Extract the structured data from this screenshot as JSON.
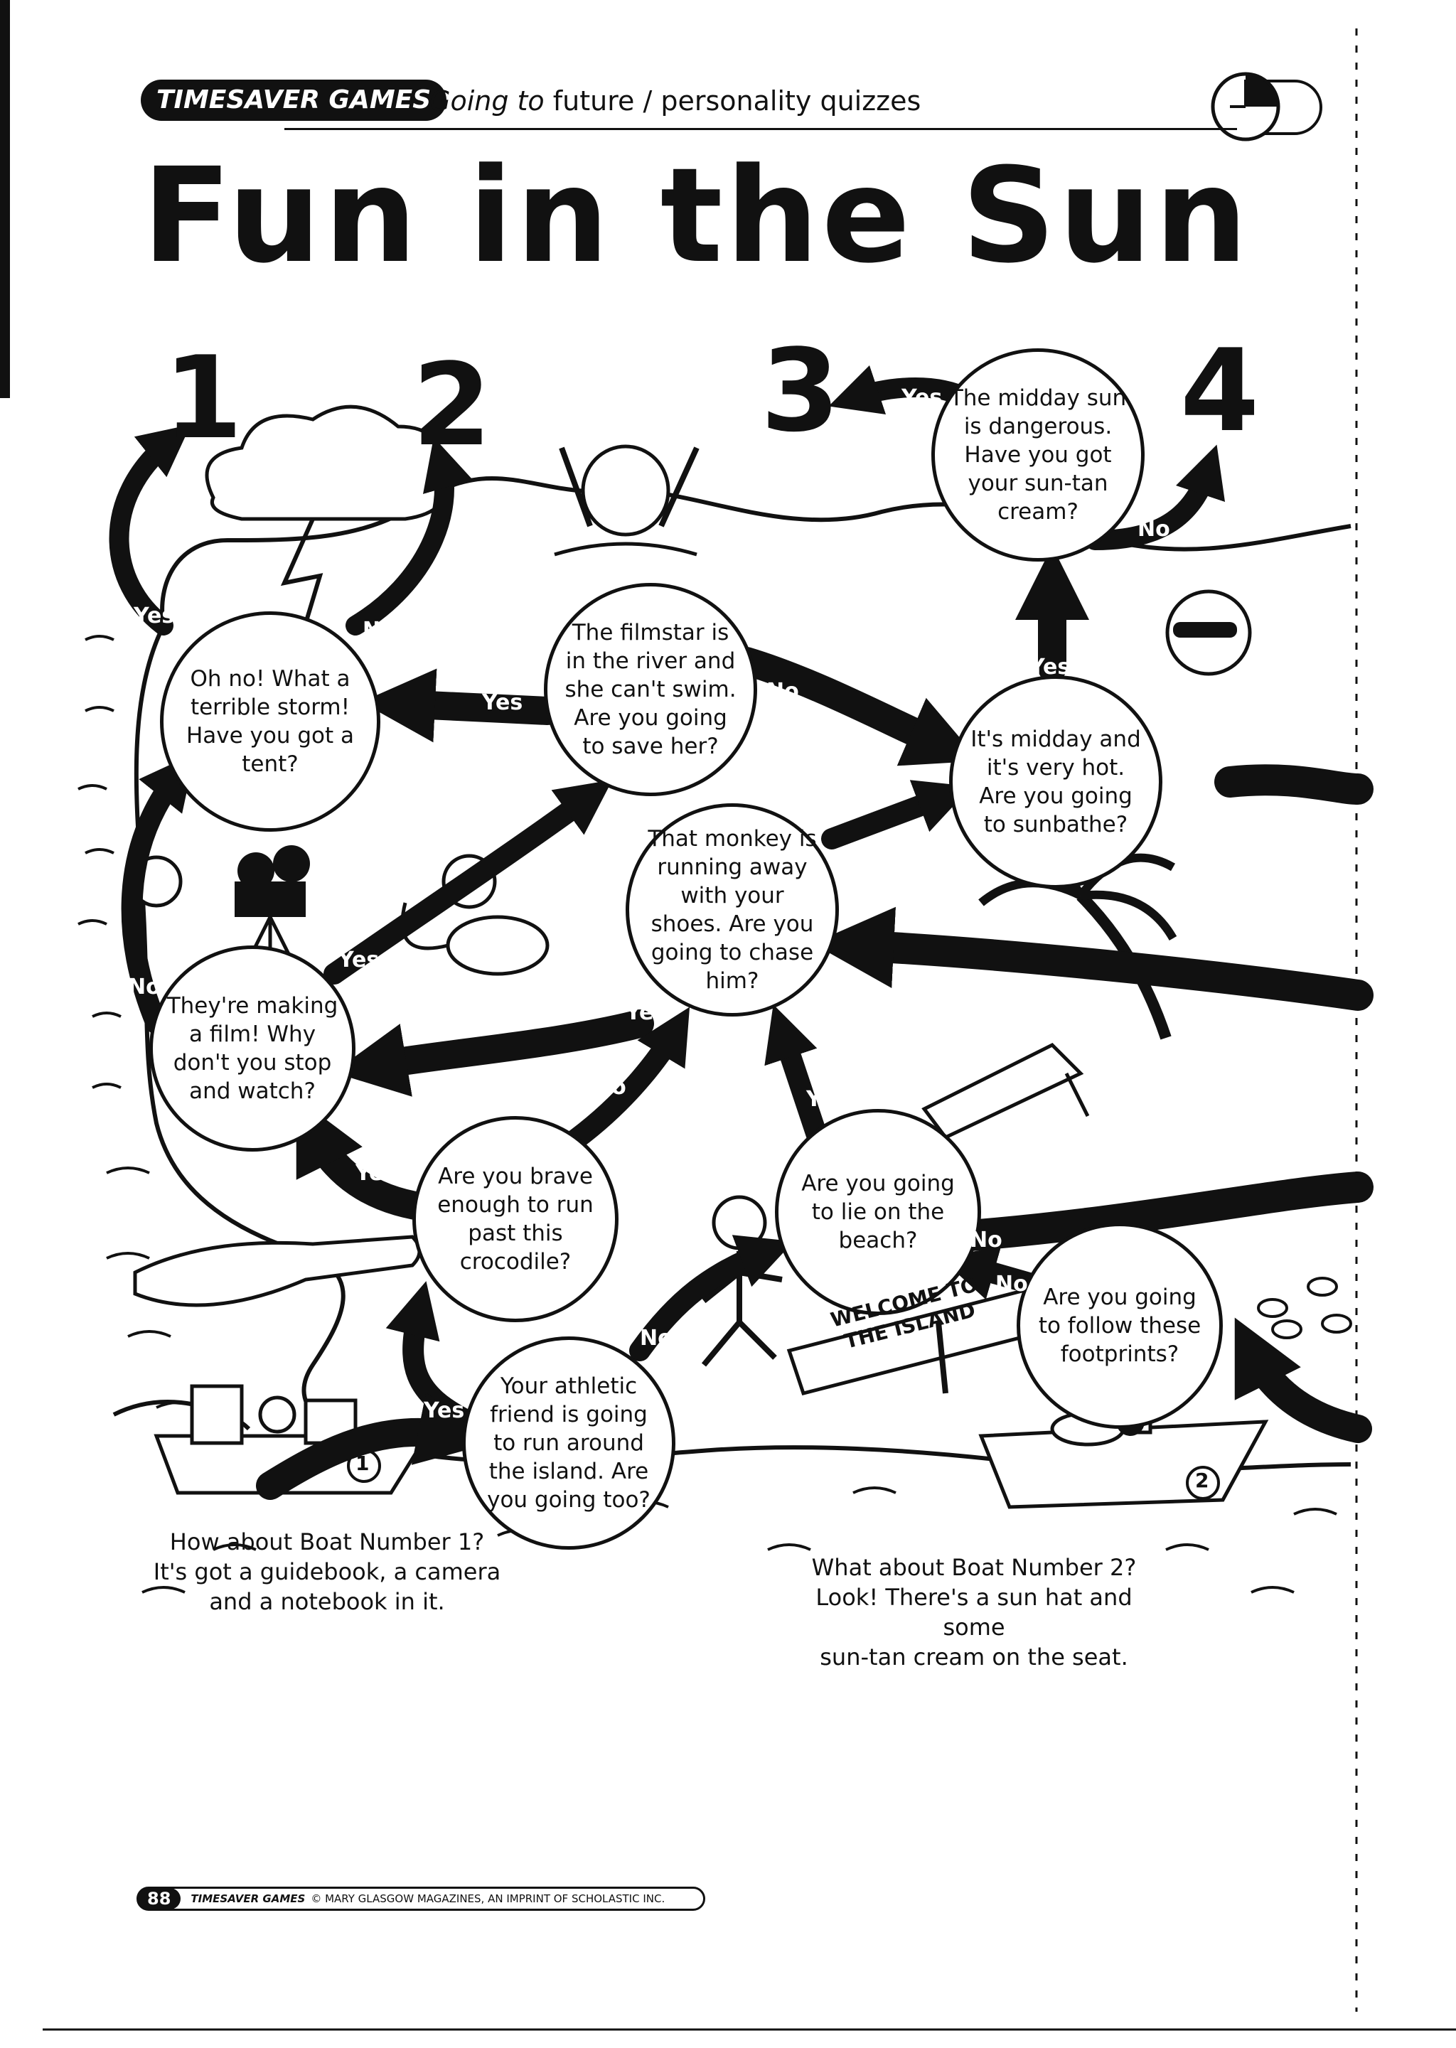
{
  "header": {
    "badge": "TIMESAVER GAMES",
    "subtitle_italic": "Going to",
    "subtitle_rest": " future / personality quizzes"
  },
  "title": "Fun in the Sun",
  "endings": [
    "1",
    "2",
    "3",
    "4"
  ],
  "questions": {
    "storm": "Oh no! What a terrible storm! Have you got a tent?",
    "filmstar": "The filmstar is in the river and she can't swim. Are you going to save her?",
    "midday_sun": "The midday sun is dangerous. Have you got your sun-tan cream?",
    "sunbathe": "It's midday and it's very hot. Are you going to sunbathe?",
    "monkey": "That monkey is running away with your shoes. Are you going to chase him?",
    "film": "They're making a film! Why don't you stop and watch?",
    "crocodile": "Are you brave enough to run past this crocodile?",
    "beach": "Are you going to lie on the beach?",
    "footprints": "Are you going to follow these footprints?",
    "athletic": "Your athletic friend is going to run around the island. Are you going too?"
  },
  "answers": {
    "yes": "Yes",
    "no": "No"
  },
  "sign": {
    "line1": "WELCOME TO",
    "line2": "THE ISLAND"
  },
  "boats": {
    "boat1_number": "1",
    "boat2_number": "2",
    "boat1_caption": [
      "How about Boat Number 1?",
      "It's got a guidebook, a camera",
      "and a notebook in it."
    ],
    "boat2_caption": [
      "What about Boat Number 2?",
      "Look! There's a sun hat and some",
      "sun-tan cream on the seat."
    ]
  },
  "footer": {
    "page": "88",
    "brand": "TIMESAVER GAMES",
    "copyright": "© MARY GLASGOW MAGAZINES, AN IMPRINT OF SCHOLASTIC INC."
  }
}
